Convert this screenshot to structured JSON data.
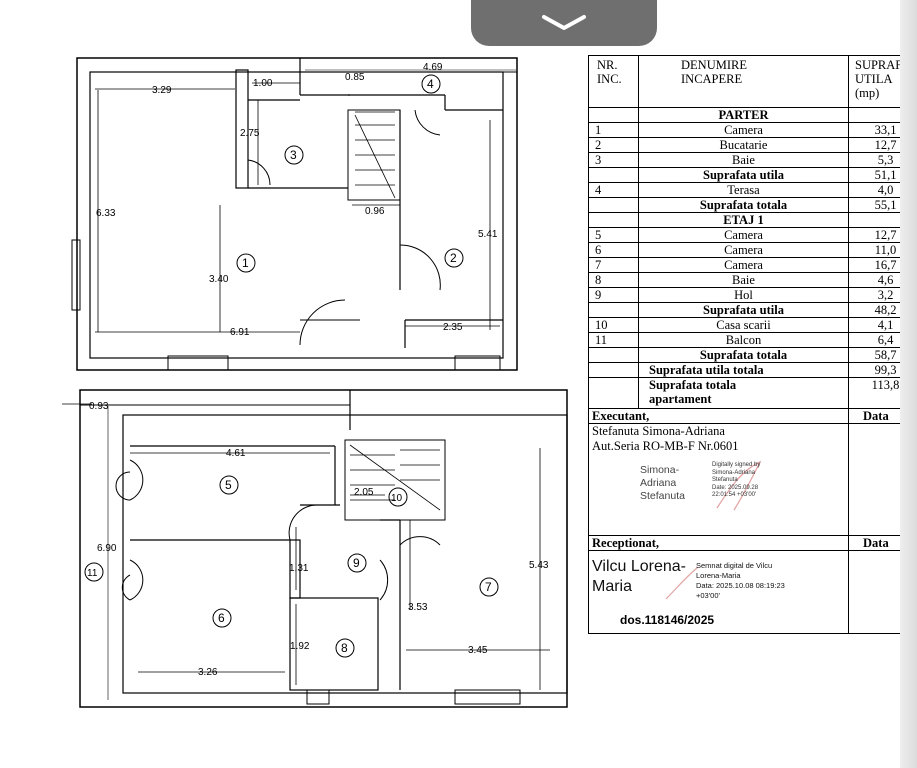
{
  "viewer": {
    "pull_tab_icon": "chevron-down-icon"
  },
  "plan_parter": {
    "dimensions": [
      "3.29",
      "1.00",
      "0.85",
      "4.69",
      "2.75",
      "6.33",
      "0.96",
      "5.41",
      "3.40",
      "6.91",
      "2.35"
    ],
    "room_numbers": [
      "1",
      "2",
      "3",
      "4"
    ]
  },
  "plan_etaj": {
    "dimensions": [
      "0.93",
      "4.61",
      "2.05",
      "6.90",
      "1.31",
      "5.43",
      "3.53",
      "1.92",
      "3.26",
      "3.45"
    ],
    "room_numbers": [
      "5",
      "10",
      "11",
      "9",
      "7",
      "6",
      "8"
    ]
  },
  "table": {
    "headers": {
      "nr": "NR.\nINC.",
      "denumire": "DENUMIRE\nINCAPERE",
      "supraf": "SUPRAF.\nUTILA\n(mp)"
    },
    "parter_title": "PARTER",
    "parter_rows": [
      {
        "nr": "1",
        "name": "Camera",
        "val": "33,1"
      },
      {
        "nr": "2",
        "name": "Bucatarie",
        "val": "12,7"
      },
      {
        "nr": "3",
        "name": "Baie",
        "val": "5,3"
      }
    ],
    "parter_utila": {
      "label": "Suprafata utila",
      "val": "51,1"
    },
    "terasa": {
      "nr": "4",
      "name": "Terasa",
      "val": "4,0"
    },
    "parter_totala": {
      "label": "Suprafata totala",
      "val": "55,1"
    },
    "etaj_title": "ETAJ 1",
    "etaj_rows": [
      {
        "nr": "5",
        "name": "Camera",
        "val": "12,7"
      },
      {
        "nr": "6",
        "name": "Camera",
        "val": "11,0"
      },
      {
        "nr": "7",
        "name": "Camera",
        "val": "16,7"
      },
      {
        "nr": "8",
        "name": "Baie",
        "val": "4,6"
      },
      {
        "nr": "9",
        "name": "Hol",
        "val": "3,2"
      }
    ],
    "etaj_utila": {
      "label": "Suprafata utila",
      "val": "48,2"
    },
    "extra_rows": [
      {
        "nr": "10",
        "name": "Casa scarii",
        "val": "4,1"
      },
      {
        "nr": "11",
        "name": "Balcon",
        "val": "6,4"
      }
    ],
    "etaj_totala": {
      "label": "Suprafata totala",
      "val": "58,7"
    },
    "utila_totala": {
      "label": "Suprafata utila totala",
      "val": "99,3"
    },
    "totala_apartament": {
      "label": "Suprafata totala\napartament",
      "val": "113,8"
    },
    "executant": {
      "label": "Executant,",
      "data_label": "Data",
      "line1": "Stefanuta Simona-Adriana",
      "line2": "Aut.Seria RO-MB-F Nr.0601",
      "sig_name": "Simona-\nAdriana\nStefanuta",
      "sig_digital": "Digitally signed by\nSimona-Adriana\nStefanuta\nDate: 2025.09.28\n22:01:54 +03'00'"
    },
    "receptionat": {
      "label": "Receptionat,",
      "data_label": "Data",
      "name": "Vilcu Lorena-\nMaria",
      "digital": "Semnat digital de Vilcu\nLorena-Maria\nData: 2025.10.08 08:19:23\n+03'00'",
      "dos": "dos.118146/2025"
    }
  }
}
